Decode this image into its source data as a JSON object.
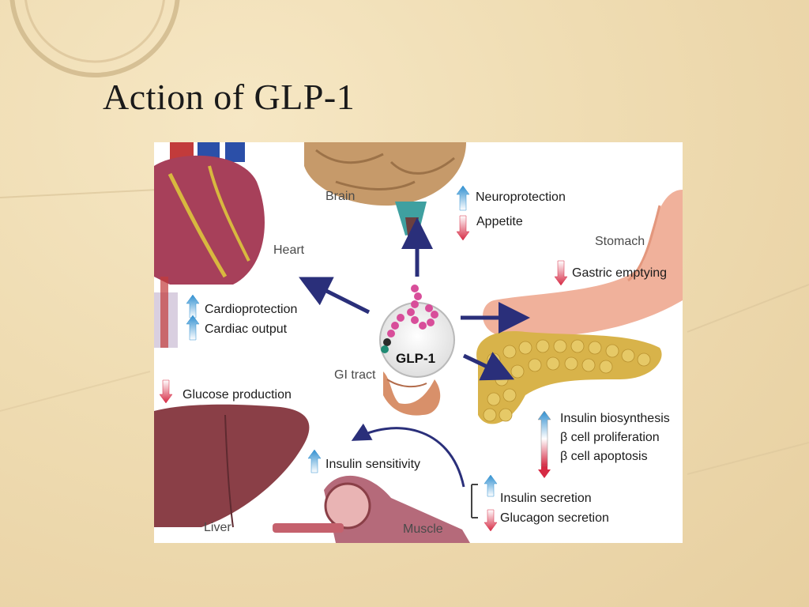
{
  "slide": {
    "title": "Action of GLP-1"
  },
  "diagram": {
    "center_label": "GLP-1",
    "organs": {
      "brain": "Brain",
      "heart": "Heart",
      "stomach": "Stomach",
      "gi_tract": "GI tract",
      "liver": "Liver",
      "muscle": "Muscle"
    },
    "effects": {
      "neuroprotection": "Neuroprotection",
      "appetite": "Appetite",
      "gastric_emptying": "Gastric emptying",
      "cardioprotection": "Cardioprotection",
      "cardiac_output": "Cardiac output",
      "glucose_production": "Glucose production",
      "insulin_sensitivity": "Insulin sensitivity",
      "insulin_biosynthesis": "Insulin biosynthesis",
      "beta_cell_proliferation": "β cell proliferation",
      "beta_cell_apoptosis": "β cell apoptosis",
      "insulin_secretion": "Insulin secretion",
      "glucagon_secretion": "Glucagon secretion"
    },
    "colors": {
      "increase": "#2f8fd0",
      "decrease": "#d62a44",
      "arrow": "#2a2f7a"
    }
  }
}
